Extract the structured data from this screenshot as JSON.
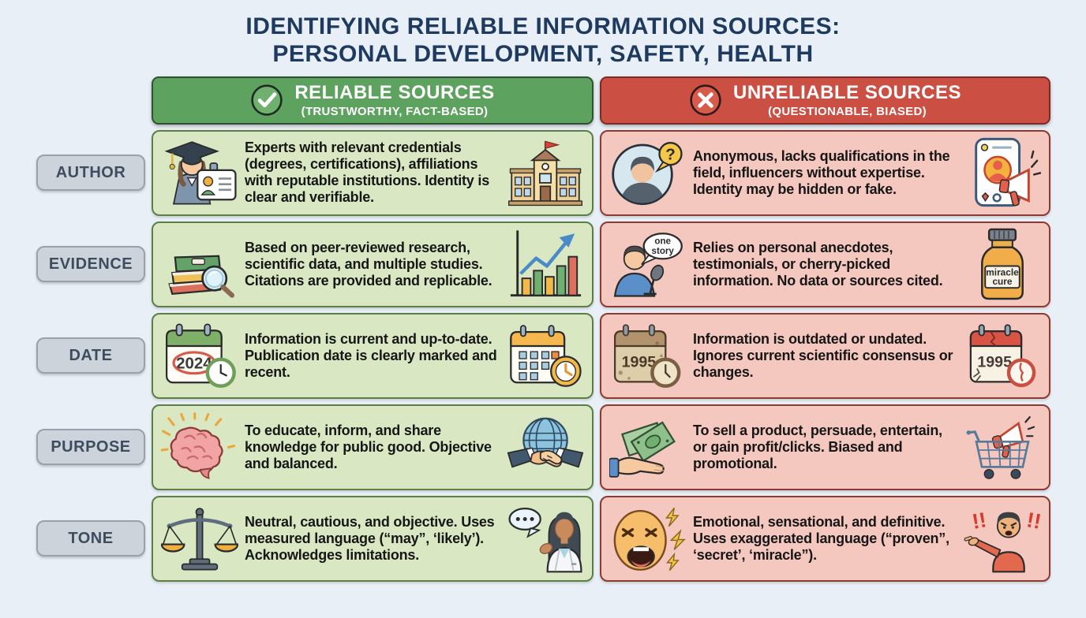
{
  "title": {
    "line1": "IDENTIFYING RELIABLE INFORMATION SOURCES:",
    "line2": "PERSONAL DEVELOPMENT, SAFETY, HEALTH"
  },
  "columns": {
    "reliable": {
      "title": "RELIABLE SOURCES",
      "subtitle": "(TRUSTWORTHY, FACT-BASED)",
      "icon": "check-circle"
    },
    "unreliable": {
      "title": "UNRELIABLE SOURCES",
      "subtitle": "(QUESTIONABLE, BIASED)",
      "icon": "x-circle"
    }
  },
  "rows": [
    {
      "label": "AUTHOR",
      "reliable": {
        "text": "Experts with relevant credentials (degrees, certifications), affiliations with reputable institutions. Identity is clear and verifiable.",
        "icon_left": "graduate-with-id-card",
        "icon_right": "university-building"
      },
      "unreliable": {
        "text": "Anonymous, lacks qualifications in the field, influencers without expertise. Identity may be hidden or fake.",
        "icon_left": "anonymous-user-question",
        "icon_left_text": "?",
        "icon_right": "social-media-profile-megaphone"
      }
    },
    {
      "label": "EVIDENCE",
      "reliable": {
        "text": "Based on peer-reviewed research, scientific data, and multiple studies. Citations are provided and replicable.",
        "icon_left": "books-with-magnifier",
        "icon_right": "rising-bar-chart"
      },
      "unreliable": {
        "text": "Relies on personal anecdotes, testimonials, or cherry-picked information. No data or sources cited.",
        "icon_left": "speaker-with-story-bubble",
        "icon_left_text_line1": "one",
        "icon_left_text_line2": "story",
        "icon_right": "miracle-cure-bottle",
        "icon_right_text_line1": "miracle",
        "icon_right_text_line2": "cure"
      }
    },
    {
      "label": "DATE",
      "reliable": {
        "text": "Information is current and up-to-date. Publication date is clearly marked and recent.",
        "icon_left": "calendar-2024-circled",
        "icon_left_text": "2024",
        "icon_right": "calendar-with-clock"
      },
      "unreliable": {
        "text": "Information is outdated or undated. Ignores current scientific consensus or changes.",
        "icon_left": "old-calendar-1995",
        "icon_left_text": "1995",
        "icon_right": "cracked-calendar-1995",
        "icon_right_text": "1995"
      }
    },
    {
      "label": "PURPOSE",
      "reliable": {
        "text": "To educate, inform, and share knowledge for public good. Objective and balanced.",
        "icon_left": "brain-with-rays",
        "icon_right": "handshake-globe"
      },
      "unreliable": {
        "text": "To sell a product, persuade, entertain, or gain profit/clicks. Biased and promotional.",
        "icon_left": "hand-with-money",
        "icon_right": "shopping-cart-megaphone"
      }
    },
    {
      "label": "TONE",
      "reliable": {
        "text": "Neutral, cautious, and objective. Uses measured language (“may”, ‘likely’). Acknowledges limitations.",
        "icon_left": "balance-scale",
        "icon_right": "scientist-speech-bubble"
      },
      "unreliable": {
        "text": "Emotional, sensational, and definitive. Uses exaggerated language (“proven”, ‘secret’, ‘miracle”).",
        "icon_left": "angry-yelling-face",
        "icon_right": "angry-pointing-person",
        "icon_right_text": "!!"
      }
    }
  ],
  "colors": {
    "background": "#e9eff7",
    "title": "#1e3a5f",
    "reliable_header_bg": "#5ea25f",
    "reliable_header_border": "#2f5233",
    "reliable_cell_bg": "#d9e8c3",
    "reliable_border": "#5c7f46",
    "unreliable_header_bg": "#cb4f42",
    "unreliable_header_border": "#7e2b24",
    "unreliable_cell_bg": "#f4c7bf",
    "unreliable_border": "#8e3a31",
    "label_bg": "#ccd3da",
    "label_border": "#98a1ad",
    "label_text": "#3d4c5f"
  }
}
